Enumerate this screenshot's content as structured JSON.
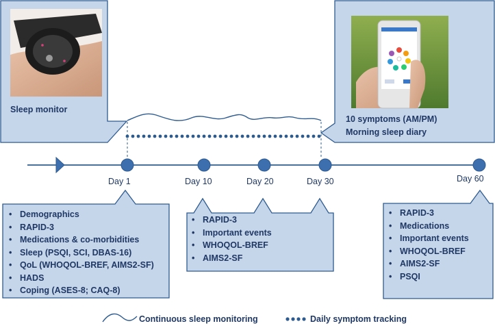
{
  "sleep_monitor": {
    "caption": "Sleep monitor"
  },
  "symptom_app": {
    "captions": [
      "10 symptoms (AM/PM)",
      "Morning sleep diary"
    ]
  },
  "timeline": {
    "days": [
      "Day 1",
      "Day 10",
      "Day 20",
      "Day 30",
      "Day 60"
    ]
  },
  "baseline": {
    "items": [
      "Demographics",
      "RAPID-3",
      "Medications & co-morbidities",
      "Sleep (PSQI, SCI, DBAS-16)",
      "QoL (WHOQOL-BREF, AIMS2-SF)",
      "HADS",
      "Coping (ASES-8; CAQ-8)"
    ]
  },
  "interim": {
    "items": [
      "RAPID-3",
      "Important events",
      "WHOQOL-BREF",
      "AIMS2-SF"
    ]
  },
  "final": {
    "items": [
      "RAPID-3",
      "Medications",
      "Important events",
      "WHOQOL-BREF",
      "AIMS2-SF",
      "PSQI"
    ]
  },
  "legend": {
    "wave_label": "Continuous sleep monitoring",
    "dots_label": "Daily symptom tracking"
  },
  "colors": {
    "box_fill": "#c5d5ea",
    "line": "#2e5b8f",
    "node": "#3d6fae",
    "text": "#1f3864"
  }
}
